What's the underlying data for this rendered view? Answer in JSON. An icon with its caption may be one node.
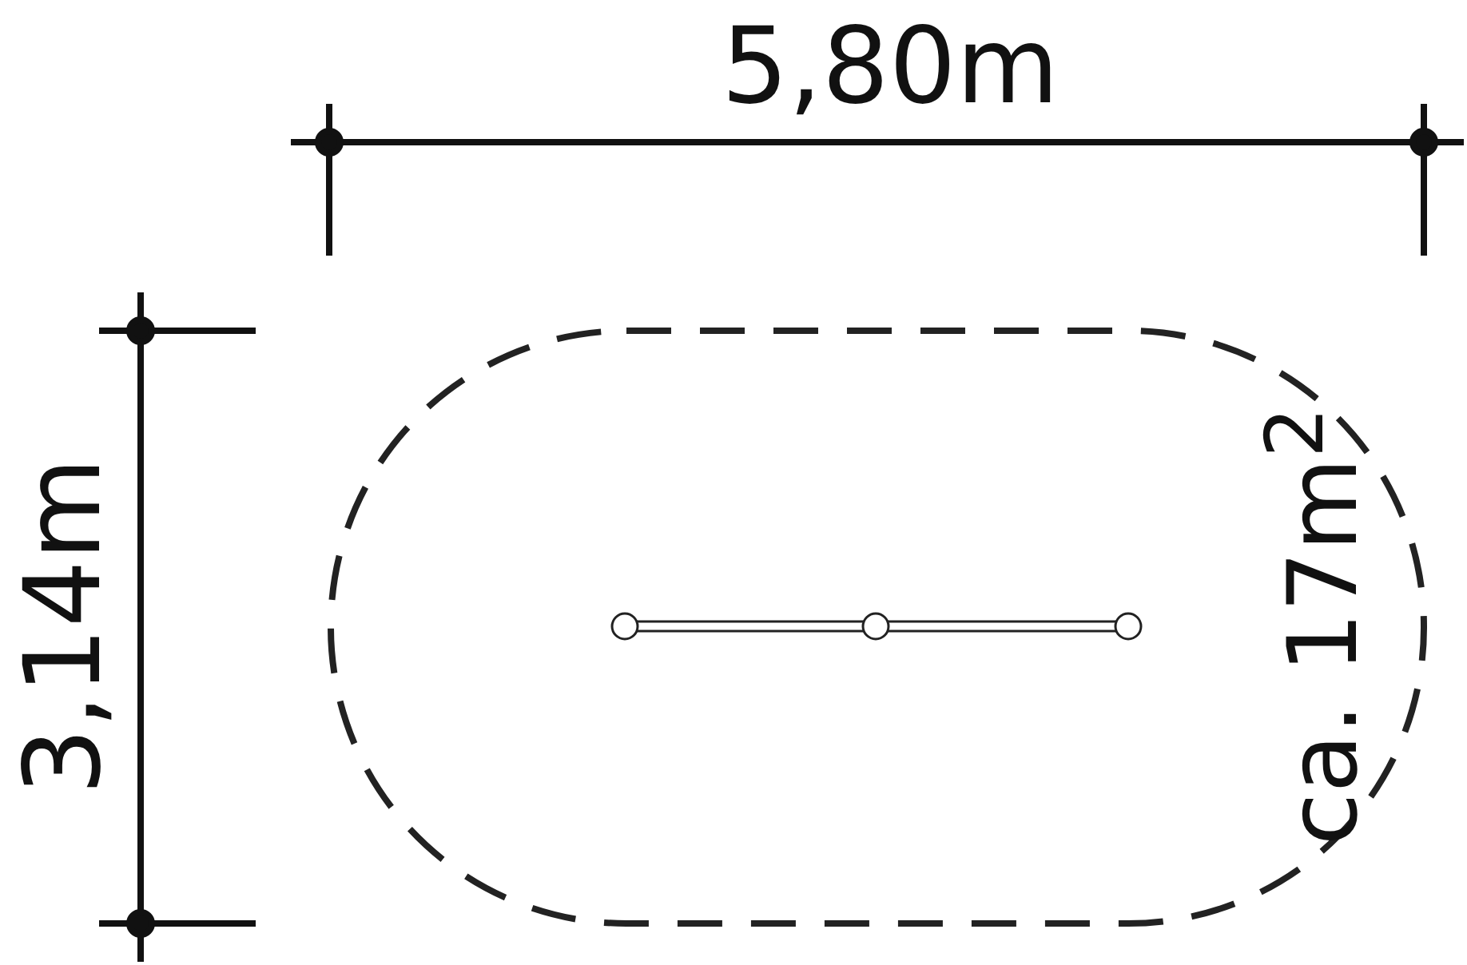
{
  "diagram": {
    "labels": [
      "5,80m",
      "3,14m",
      "ca. 17m$^{2}$"
    ]
  }
}
